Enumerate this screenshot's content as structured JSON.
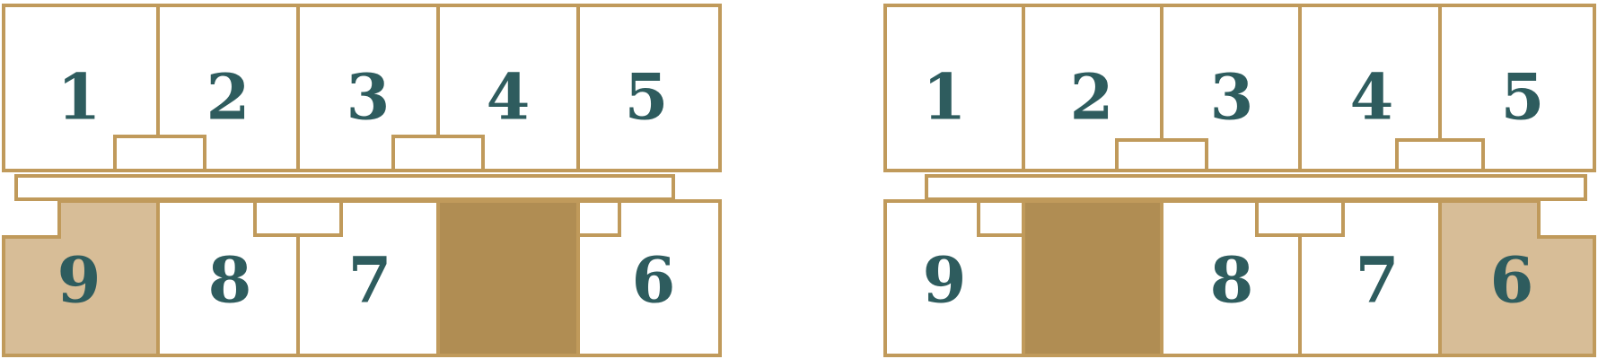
{
  "colors": {
    "wall": "#c09a5b",
    "unit_fill": "#ffffff",
    "highlight_fill": "#d7bd97",
    "solid_fill": "#b08d53",
    "label": "#2e5c5e"
  },
  "plans": [
    {
      "units_top": [
        {
          "label": "1"
        },
        {
          "label": "2"
        },
        {
          "label": "3"
        },
        {
          "label": "4"
        },
        {
          "label": "5"
        }
      ],
      "units_bottom": [
        {
          "label": "9",
          "state": "highlighted"
        },
        {
          "label": "8"
        },
        {
          "label": "7"
        },
        {
          "label": "",
          "state": "solid"
        },
        {
          "label": "6"
        }
      ]
    },
    {
      "units_top": [
        {
          "label": "1"
        },
        {
          "label": "2"
        },
        {
          "label": "3"
        },
        {
          "label": "4"
        },
        {
          "label": "5"
        }
      ],
      "units_bottom": [
        {
          "label": "9"
        },
        {
          "label": "",
          "state": "solid"
        },
        {
          "label": "8"
        },
        {
          "label": "7"
        },
        {
          "label": "6",
          "state": "highlighted"
        }
      ]
    }
  ]
}
